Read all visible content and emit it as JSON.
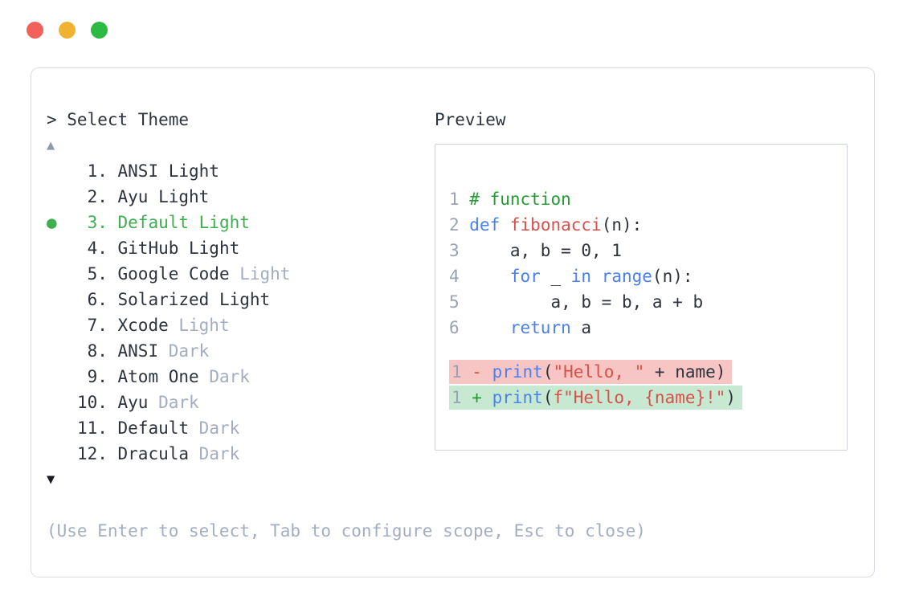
{
  "window_controls": {
    "close_color": "#f2615a",
    "minimize_color": "#f1b32f",
    "zoom_color": "#2cba42"
  },
  "theme_selector": {
    "title": "> Select Theme",
    "scroll_up_icon": "▲",
    "scroll_down_icon": "▼",
    "selected_bullet": "●",
    "number_separator": ". ",
    "items": [
      {
        "number": "1",
        "name": "ANSI Light",
        "suffix": "",
        "selected": false
      },
      {
        "number": "2",
        "name": "Ayu Light",
        "suffix": "",
        "selected": false
      },
      {
        "number": "3",
        "name": "Default Light",
        "suffix": "",
        "selected": true
      },
      {
        "number": "4",
        "name": "GitHub Light",
        "suffix": "",
        "selected": false
      },
      {
        "number": "5",
        "name": "Google Code",
        "suffix": "Light",
        "selected": false
      },
      {
        "number": "6",
        "name": "Solarized Light",
        "suffix": "",
        "selected": false
      },
      {
        "number": "7",
        "name": "Xcode",
        "suffix": "Light",
        "selected": false
      },
      {
        "number": "8",
        "name": "ANSI",
        "suffix": "Dark",
        "selected": false
      },
      {
        "number": "9",
        "name": "Atom One",
        "suffix": "Dark",
        "selected": false
      },
      {
        "number": "10",
        "name": "Ayu",
        "suffix": "Dark",
        "selected": false
      },
      {
        "number": "11",
        "name": "Default",
        "suffix": "Dark",
        "selected": false
      },
      {
        "number": "12",
        "name": "Dracula",
        "suffix": "Dark",
        "selected": false
      }
    ],
    "help_text": "(Use Enter to select, Tab to configure scope, Esc to close)"
  },
  "preview": {
    "title": "Preview",
    "lineno_separator": " ",
    "code_lines": [
      {
        "number": "1",
        "tokens": [
          {
            "c": "comment",
            "t": "# function"
          }
        ]
      },
      {
        "number": "2",
        "tokens": [
          {
            "c": "kw",
            "t": "def"
          },
          {
            "c": "plain",
            "t": " "
          },
          {
            "c": "fn",
            "t": "fibonacci"
          },
          {
            "c": "plain",
            "t": "(n):"
          }
        ]
      },
      {
        "number": "3",
        "tokens": [
          {
            "c": "plain",
            "t": "    a, b = 0, 1"
          }
        ]
      },
      {
        "number": "4",
        "tokens": [
          {
            "c": "plain",
            "t": "    "
          },
          {
            "c": "kw",
            "t": "for"
          },
          {
            "c": "plain",
            "t": " _ "
          },
          {
            "c": "kw",
            "t": "in"
          },
          {
            "c": "plain",
            "t": " "
          },
          {
            "c": "kw",
            "t": "range"
          },
          {
            "c": "plain",
            "t": "(n):"
          }
        ]
      },
      {
        "number": "5",
        "tokens": [
          {
            "c": "plain",
            "t": "        a, b = b, a + b"
          }
        ]
      },
      {
        "number": "6",
        "tokens": [
          {
            "c": "plain",
            "t": "    "
          },
          {
            "c": "kw",
            "t": "return"
          },
          {
            "c": "plain",
            "t": " a"
          }
        ]
      }
    ],
    "diff_lines": [
      {
        "number": "1",
        "type": "removed",
        "tokens": [
          {
            "c": "minus",
            "t": "-"
          },
          {
            "c": "plain",
            "t": " "
          },
          {
            "c": "kw",
            "t": "print"
          },
          {
            "c": "plain",
            "t": "("
          },
          {
            "c": "str",
            "t": "\"Hello, \""
          },
          {
            "c": "plain",
            "t": " + name)"
          }
        ]
      },
      {
        "number": "1",
        "type": "added",
        "tokens": [
          {
            "c": "plus",
            "t": "+"
          },
          {
            "c": "plain",
            "t": " "
          },
          {
            "c": "kw",
            "t": "print"
          },
          {
            "c": "plain",
            "t": "("
          },
          {
            "c": "str",
            "t": "f\"Hello, {name}!\""
          },
          {
            "c": "plain",
            "t": ")"
          }
        ]
      }
    ]
  },
  "colors": {
    "text_dark": "#2d333c",
    "selected_green": "#3eae4f",
    "comment_green": "#259b33",
    "keyword_blue": "#4a80ef",
    "string_red": "#d9504a",
    "muted_gray": "#a3adc2",
    "lineno_gray": "#9aa3b5",
    "removed_bg": "#f7c5c3",
    "added_bg": "#c7e9d2",
    "window_border": "#d9dce3"
  }
}
